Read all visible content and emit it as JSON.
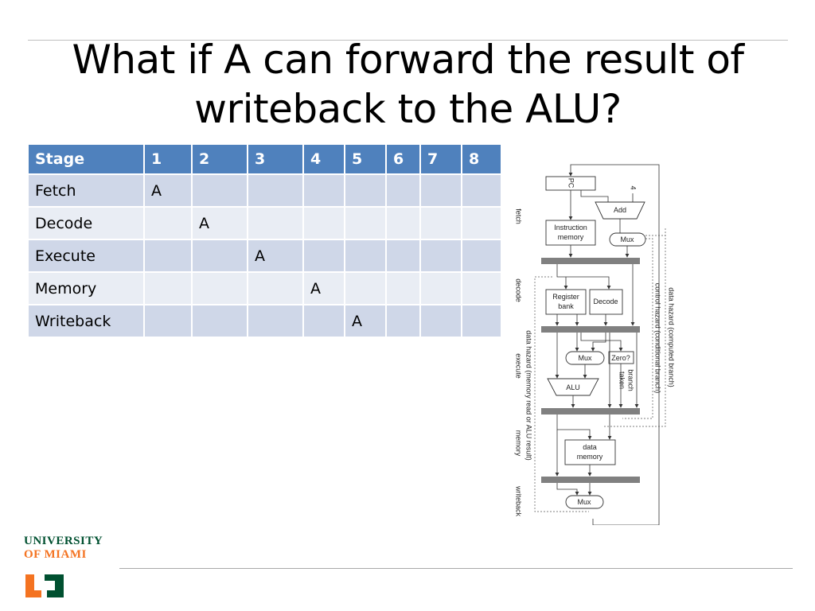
{
  "slide": {
    "title": "What if A can forward the result of writeback to the ALU?"
  },
  "table": {
    "header": [
      "Stage",
      "1",
      "2",
      "3",
      "4",
      "5",
      "6",
      "7",
      "8"
    ],
    "rows": [
      [
        "Fetch",
        "A",
        "",
        "",
        "",
        "",
        "",
        "",
        ""
      ],
      [
        "Decode",
        "",
        "A",
        "",
        "",
        "",
        "",
        "",
        ""
      ],
      [
        "Execute",
        "",
        "",
        "A",
        "",
        "",
        "",
        "",
        ""
      ],
      [
        "Memory",
        "",
        "",
        "",
        "A",
        "",
        "",
        "",
        ""
      ],
      [
        "Writeback",
        "",
        "",
        "",
        "",
        "A",
        "",
        "",
        ""
      ]
    ]
  },
  "diagram": {
    "pc": "PC",
    "four": "4",
    "add": "Add",
    "instruction_memory": [
      "Instruction",
      "memory"
    ],
    "mux_fetch": "Mux",
    "register_bank": [
      "Register",
      "bank"
    ],
    "decode_box": "Decode",
    "mux_execute": "Mux",
    "zero": "Zero?",
    "branch_taken": [
      "branch",
      "taken"
    ],
    "alu": "ALU",
    "data_memory": [
      "data",
      "memory"
    ],
    "mux_writeback": "Mux",
    "stage_labels": [
      "fetch",
      "decode",
      "execute",
      "memory",
      "writeback"
    ],
    "hazard_labels": {
      "computed_branch": "data hazard (computed branch)",
      "conditional_branch": "control hazard (conditional branch)",
      "memory_read": "data hazard (memory read or ALU result)"
    }
  },
  "logo": {
    "line1": "UNIVERSITY",
    "line2": "OF MIAMI"
  },
  "colors": {
    "table_header": "#4f81bd",
    "row_odd": "#cfd7e8",
    "row_even": "#e9edf4",
    "um_green": "#005030",
    "um_orange": "#f47321"
  }
}
